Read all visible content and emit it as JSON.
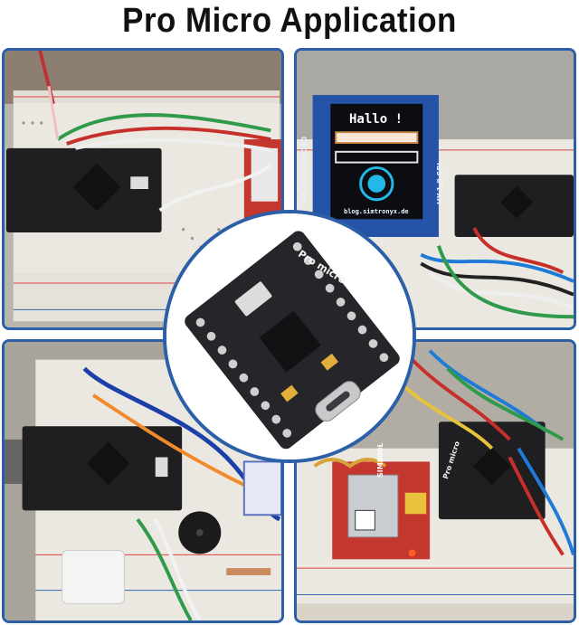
{
  "header": {
    "title": "Pro Micro Application"
  },
  "panels": {
    "top_right": {
      "screen_greeting": "Hallo !",
      "screen_footer": "blog.simtronyx.de",
      "module_label_left": "SPI TFT 128x160",
      "module_label_right": "HY-1.8 SPI"
    },
    "bottom_right": {
      "board_label": "Pro micro",
      "module_label": "SIM800L"
    }
  },
  "center": {
    "board_label": "Pro micro"
  },
  "colors": {
    "frame": "#2d5fa8",
    "breadboard": "#e9e6df",
    "pcb": "#1f1f22"
  }
}
